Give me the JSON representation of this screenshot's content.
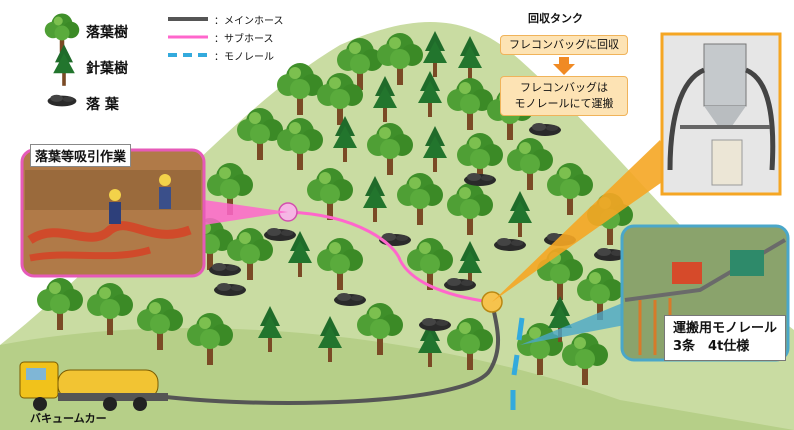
{
  "legend": {
    "deciduous": "落葉樹",
    "conifer": "針葉樹",
    "leaves": "落 葉",
    "main_hose": "：メインホース",
    "sub_hose": "：サブホース",
    "monorail": "：モノレール"
  },
  "colors": {
    "main_hose": "#555555",
    "sub_hose": "#ff66cc",
    "monorail": "#33aadd",
    "hill": "#c9dca2",
    "flow_box": "#fde3b4",
    "arrow": "#f08a24",
    "callout": "#f5a623",
    "pink_frame": "#e65ab8",
    "blue_frame": "#4aa7c9"
  },
  "suction_panel": {
    "title": "落葉等吸引作業"
  },
  "collection_tank": {
    "title": "回収タンク",
    "step1": "フレコンバッグに回収",
    "step2_line1": "フレコンバッグは",
    "step2_line2": "モノレールにて運搬"
  },
  "monorail_panel": {
    "line1": "運搬用モノレール",
    "line2": "3条　4t仕様"
  },
  "vacuum_car": {
    "label": "バキュームカー"
  }
}
